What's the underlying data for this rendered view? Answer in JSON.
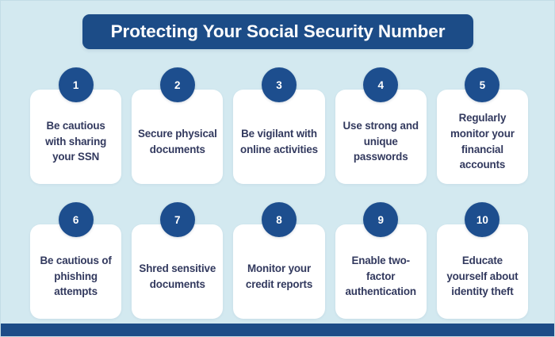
{
  "header": {
    "title": "Protecting Your Social Security Number"
  },
  "theme": {
    "background": "#d3e9f0",
    "accent": "#1c4c87",
    "badge": "#1d4e8e",
    "card_background": "#ffffff",
    "card_text": "#32395e",
    "title_text": "#ffffff",
    "bottom_bar": "#1c4c87"
  },
  "rows": [
    {
      "name": "row-1",
      "cards": [
        {
          "number": "1",
          "text": "Be cautious with sharing your SSN"
        },
        {
          "number": "2",
          "text": "Secure physical documents"
        },
        {
          "number": "3",
          "text": "Be vigilant with online activities"
        },
        {
          "number": "4",
          "text": "Use strong and unique passwords"
        },
        {
          "number": "5",
          "text": "Regularly monitor your financial accounts"
        }
      ]
    },
    {
      "name": "row-2",
      "cards": [
        {
          "number": "6",
          "text": "Be cautious of phishing attempts"
        },
        {
          "number": "7",
          "text": "Shred sensitive documents"
        },
        {
          "number": "8",
          "text": "Monitor your credit reports"
        },
        {
          "number": "9",
          "text": "Enable two-factor authentication"
        },
        {
          "number": "10",
          "text": "Educate yourself about identity theft"
        }
      ]
    }
  ]
}
